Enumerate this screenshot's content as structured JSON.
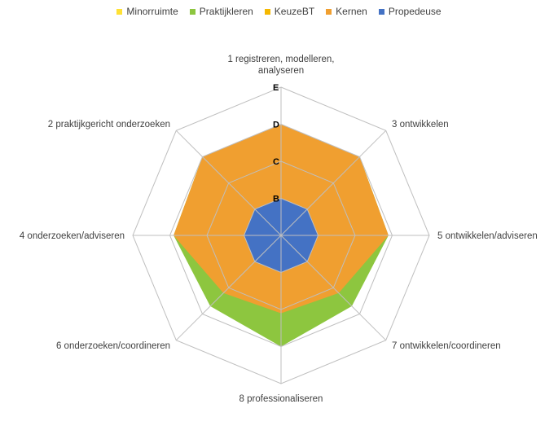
{
  "chart_data": {
    "type": "radar",
    "title": "",
    "categories": [
      "1 registreren, modelleren, analyseren",
      "3 ontwikkelen",
      "5 ontwikkelen/adviseren",
      "7 ontwikkelen/coordineren",
      "8 professionaliseren",
      "6 onderzoeken/coordineren",
      "4 onderzoeken/adviseren",
      "2 praktijkgericht onderzoeken"
    ],
    "tick_labels": [
      "B",
      "C",
      "D",
      "E"
    ],
    "scale": {
      "min": 1,
      "max": 5
    },
    "legend_position": "top",
    "series": [
      {
        "name": "Minorruimte",
        "color": "#FFE135",
        "values": [
          null,
          null,
          null,
          null,
          null,
          null,
          null,
          null
        ]
      },
      {
        "name": "Praktijkleren",
        "color": "#8DC63F",
        "values": [
          4,
          4,
          3.9,
          3.7,
          4,
          3.7,
          3.9,
          4
        ]
      },
      {
        "name": "KeuzeBT",
        "color": "#F5B800",
        "values": [
          null,
          null,
          null,
          null,
          null,
          null,
          null,
          null
        ]
      },
      {
        "name": "Kernen",
        "color": "#F09F30",
        "values": [
          4,
          4,
          3.9,
          3.2,
          3.1,
          3.2,
          3.9,
          4
        ]
      },
      {
        "name": "Propedeuse",
        "color": "#4472C4",
        "values": [
          2,
          2,
          2,
          2,
          2,
          2,
          2,
          2
        ]
      }
    ]
  }
}
